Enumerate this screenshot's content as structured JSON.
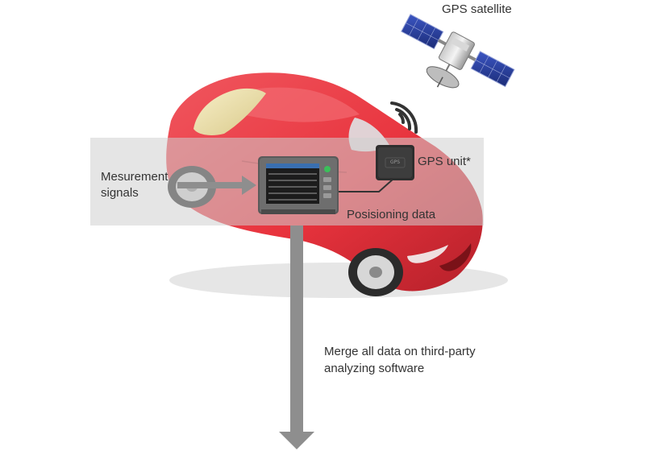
{
  "labels": {
    "gps_satellite": "GPS satellite",
    "gps_unit": "GPS unit*",
    "measurement_line1": "Mesurement",
    "measurement_line2": "signals",
    "positioning": "Posisioning data",
    "merge_line1": "Merge all data on third-party",
    "merge_line2": "analyzing software",
    "gps_chip_text": "GPS"
  },
  "colors": {
    "car_body": "#e8333d",
    "car_dark": "#b5202a",
    "band": "#d0d0d0",
    "arrow": "#8e8e8e",
    "text": "#333333",
    "gps_unit": "#2e2e2e",
    "solar_panel": "#2a3f9a"
  },
  "icons": {
    "car": "car-illustration",
    "satellite": "satellite-icon",
    "device": "data-logger-icon",
    "gps_unit": "gps-unit-icon",
    "signal": "wireless-signal-icon"
  }
}
